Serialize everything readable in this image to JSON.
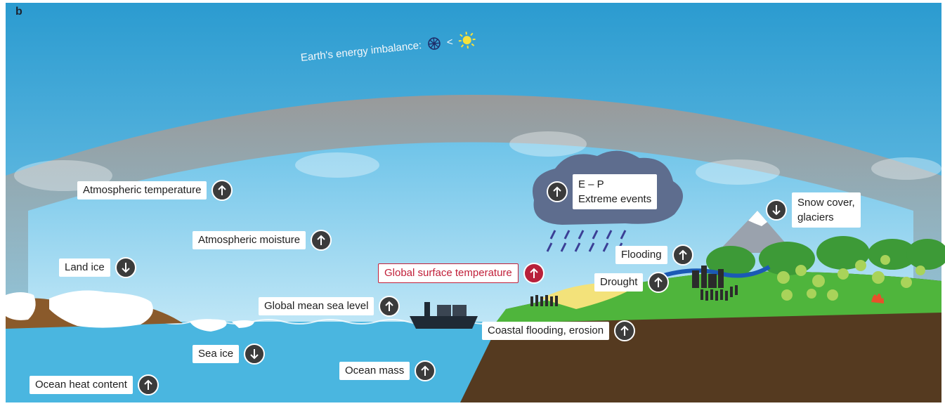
{
  "panel_letter": "b",
  "energy_imbalance": {
    "label": "Earth's energy imbalance:",
    "comparison": "<",
    "left_icon": "outgoing-radiation-icon",
    "right_icon": "sun-icon"
  },
  "labels": {
    "atmospheric_temperature": {
      "text": "Atmospheric temperature",
      "trend": "up"
    },
    "atmospheric_moisture": {
      "text": "Atmospheric moisture",
      "trend": "up"
    },
    "land_ice": {
      "text": "Land ice",
      "trend": "down"
    },
    "global_surface_temperature": {
      "text": "Global surface temperature",
      "trend": "up"
    },
    "global_mean_sea_level": {
      "text": "Global mean sea level",
      "trend": "up"
    },
    "sea_ice": {
      "text": "Sea ice",
      "trend": "down"
    },
    "ocean_mass": {
      "text": "Ocean mass",
      "trend": "up"
    },
    "ocean_heat_content": {
      "text": "Ocean heat content",
      "trend": "up"
    },
    "e_minus_p": {
      "line1": "E – P",
      "line2": "Extreme events",
      "trend": "up"
    },
    "snow_cover": {
      "line1": "Snow cover,",
      "line2": "glaciers",
      "trend": "down"
    },
    "flooding": {
      "text": "Flooding",
      "trend": "up"
    },
    "drought": {
      "text": "Drought",
      "trend": "up"
    },
    "coastal_flooding": {
      "text": "Coastal flooding, erosion",
      "trend": "up"
    }
  },
  "colors": {
    "sky_top": "#2d9ed2",
    "sky_bottom": "#8fd3ef",
    "haze": "#b3a39c",
    "ocean": "#4ab6e0",
    "land": "#5a3c22",
    "grass": "#55b83f",
    "ice": "#ffffff",
    "cloud": "#5e6d8e",
    "highlight": "#c1203a",
    "arrow": "#3b3b3b"
  }
}
